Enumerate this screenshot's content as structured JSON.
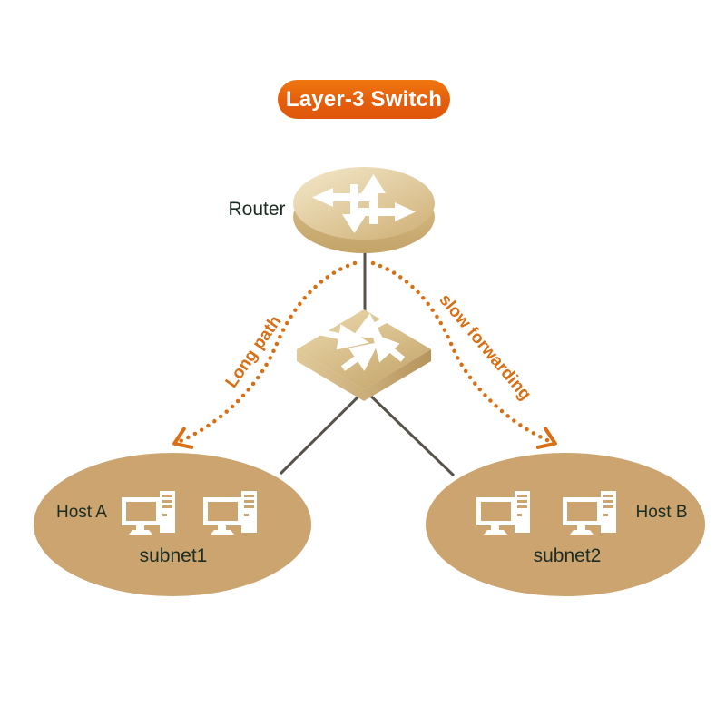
{
  "title_badge": {
    "label": "Layer-3 Switch",
    "bg_color": "#E8620D",
    "text_color": "#FFFFFF"
  },
  "nodes": {
    "router": {
      "label": "Router",
      "icon": "router-icon"
    },
    "switch": {
      "icon": "switch-icon"
    },
    "subnet1": {
      "label": "subnet1",
      "host_label": "Host A",
      "computer_count": 2,
      "icon": "computer-icon"
    },
    "subnet2": {
      "label": "subnet2",
      "host_label": "Host B",
      "computer_count": 2,
      "icon": "computer-icon"
    }
  },
  "edges": {
    "router_to_switch": {
      "style": "solid"
    },
    "switch_to_subnet1": {
      "style": "solid"
    },
    "switch_to_subnet2": {
      "style": "solid"
    },
    "long_path": {
      "label": "Long path",
      "style": "dotted-arrow",
      "from": "router",
      "to": "subnet1"
    },
    "slow_forwarding": {
      "label": "slow forwarding",
      "style": "dotted-arrow",
      "from": "router",
      "to": "subnet2"
    }
  },
  "colors": {
    "badge_orange": "#E8620D",
    "arrow_orange": "#D96F14",
    "device_tan": "#CCA470",
    "link_gray": "#57534B",
    "text_dark": "#1B2D22",
    "background": "#FFFFFF"
  }
}
